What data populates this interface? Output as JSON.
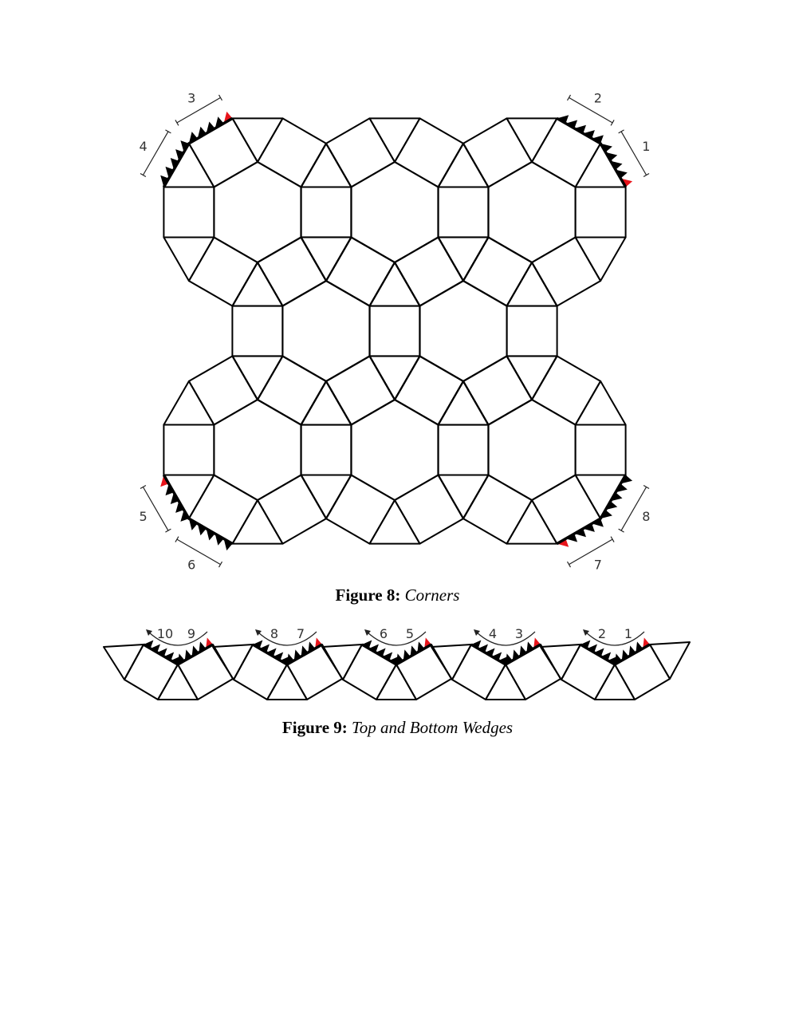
{
  "colors": {
    "stroke": "#000000",
    "tooth": "#000000",
    "marker": "#e8141b",
    "label": "#333333"
  },
  "figure8": {
    "caption_label": "Figure 8:",
    "caption_title": "Corners",
    "labels": [
      "1",
      "2",
      "3",
      "4",
      "5",
      "6",
      "7",
      "8"
    ]
  },
  "figure9": {
    "caption_label": "Figure 9:",
    "caption_title": "Top and Bottom Wedges",
    "wedge_labels": [
      [
        "10",
        "9"
      ],
      [
        "8",
        "7"
      ],
      [
        "6",
        "5"
      ],
      [
        "4",
        "3"
      ],
      [
        "2",
        "1"
      ]
    ]
  }
}
